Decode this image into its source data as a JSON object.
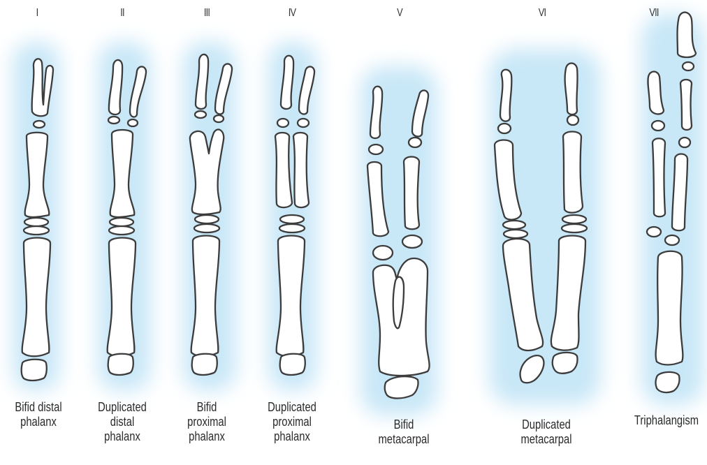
{
  "types": [
    {
      "numeral": "I",
      "caption": "Bifid distal\nphalanx"
    },
    {
      "numeral": "II",
      "caption": "Duplicated\ndistal\nphalanx"
    },
    {
      "numeral": "III",
      "caption": "Bifid\nproximal\nphalanx"
    },
    {
      "numeral": "IV",
      "caption": "Duplicated\nproximal\nphalanx"
    },
    {
      "numeral": "V",
      "caption": "Bifid\nmetacarpal"
    },
    {
      "numeral": "VI",
      "caption": "Duplicated\nmetacarpal"
    },
    {
      "numeral": "VII",
      "caption": "Triphalangism"
    }
  ],
  "colors": {
    "glow": "#bfe3f6",
    "outline": "#3c3c3c",
    "background": "#ffffff"
  }
}
